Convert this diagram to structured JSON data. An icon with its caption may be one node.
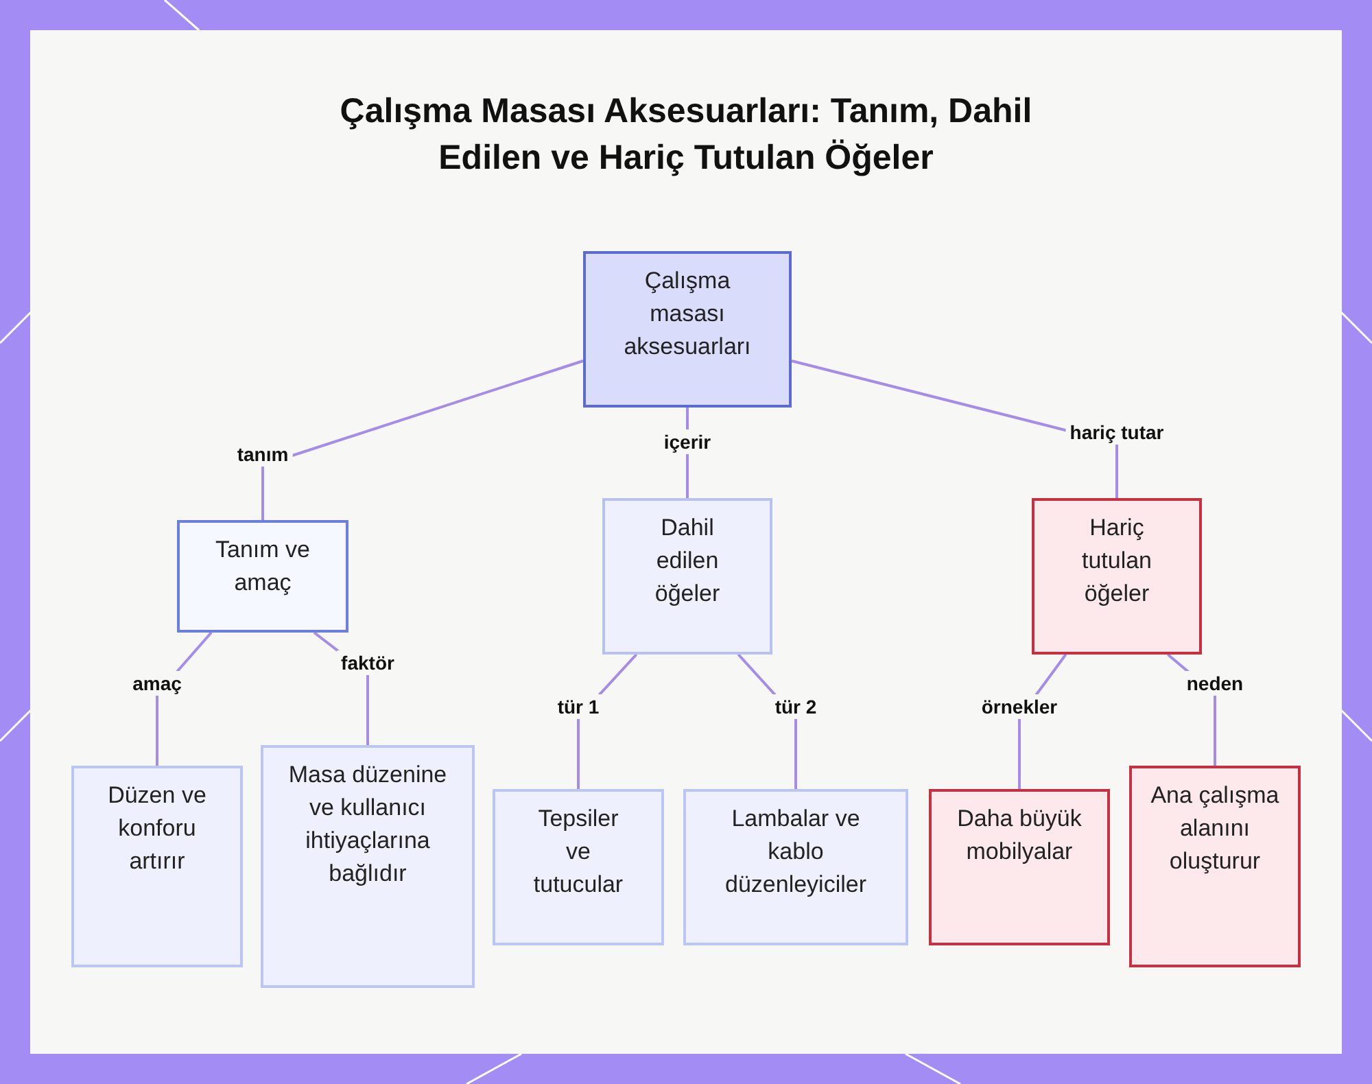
{
  "diagram": {
    "title": "Çalışma Masası Aksesuarları: Tanım, Dahil Edilen ve Hariç Tutulan Öğeler",
    "nodes": [
      {
        "text": [
          "Çalışma masası aksesuarları"
        ]
      },
      {
        "text": [
          "Tanım ve amaç"
        ]
      },
      {
        "text": [
          "Dahil edilen öğeler"
        ]
      },
      {
        "text": [
          "Hariç tutulan öğeler"
        ]
      },
      {
        "text": [
          "Düzen ve konforu artırır"
        ]
      },
      {
        "text": [
          "Masa düzenine ve kullanıcı ihtiyaçlarına bağlıdır"
        ]
      },
      {
        "text": [
          "Tepsiler ve tutucular"
        ]
      },
      {
        "text": [
          "Lambalar ve kablo düzenleyiciler"
        ]
      },
      {
        "text": [
          "Daha büyük mobilyalar"
        ]
      },
      {
        "text": [
          "Ana çalışma alanını oluşturur"
        ]
      }
    ],
    "edges": [
      {
        "from": 0,
        "to": 1,
        "arrow": "none",
        "label": "tanım"
      },
      {
        "from": 0,
        "to": 2,
        "arrow": "none",
        "label": "içerir"
      },
      {
        "from": 0,
        "to": 3,
        "arrow": "none",
        "label": "hariç tutar"
      },
      {
        "from": 1,
        "to": 4,
        "arrow": "none",
        "label": "amaç"
      },
      {
        "from": 1,
        "to": 5,
        "arrow": "none",
        "label": "faktör"
      },
      {
        "from": 2,
        "to": 6,
        "arrow": "none",
        "label": "tür 1"
      },
      {
        "from": 2,
        "to": 7,
        "arrow": "none",
        "label": "tür 2"
      },
      {
        "from": 3,
        "to": 8,
        "arrow": "none",
        "label": "örnekler"
      },
      {
        "from": 3,
        "to": 9,
        "arrow": "none",
        "label": "neden"
      }
    ]
  }
}
